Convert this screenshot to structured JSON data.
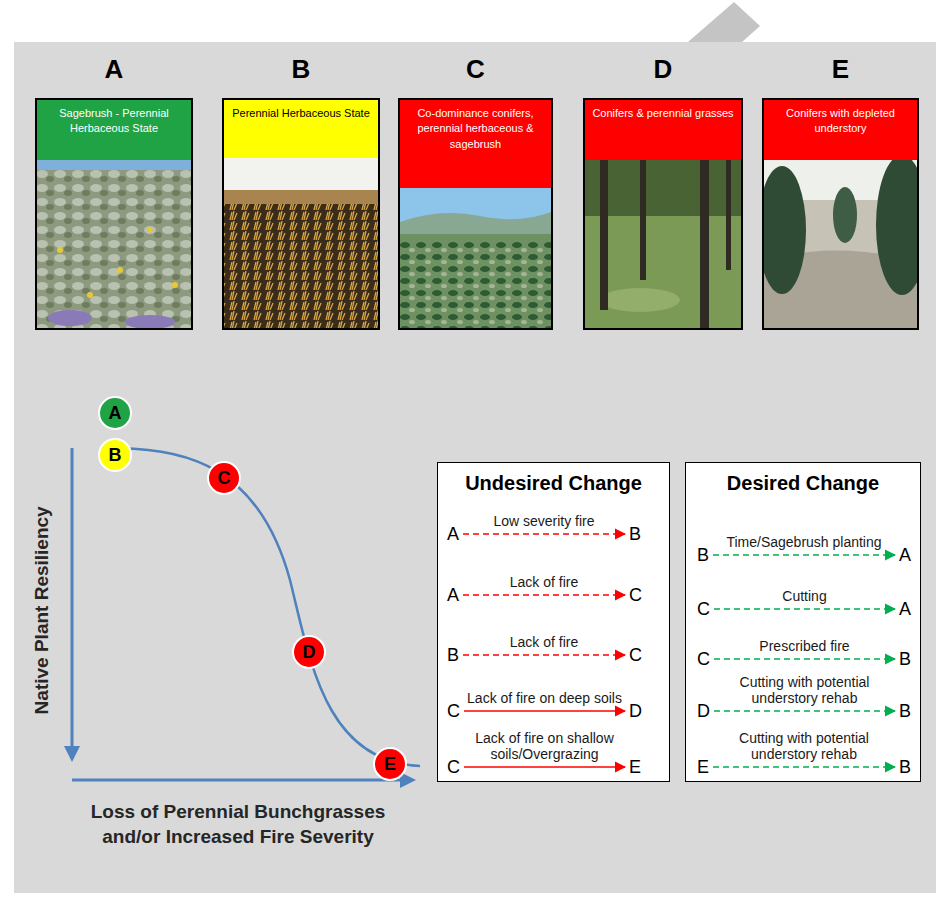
{
  "diagram": {
    "nodes": [
      {
        "text": [
          "A"
        ]
      },
      {
        "text": [
          "B"
        ]
      },
      {
        "text": [
          "C"
        ]
      },
      {
        "text": [
          "D"
        ]
      },
      {
        "text": [
          "E"
        ]
      },
      {
        "text": [
          "Sagebrush - Perennial Herbaceous State"
        ],
        "in": 0
      },
      {
        "text": [
          "Perennial Herbaceous State"
        ],
        "in": 1
      },
      {
        "text": [
          "Co-dominance conifers, perennial herbaceous & sagebrush"
        ],
        "in": 2
      },
      {
        "text": [
          "Conifers & perennial grasses"
        ],
        "in": 3
      },
      {
        "text": [
          "Conifers with depleted understory"
        ],
        "in": 4
      },
      {
        "text": [
          "A"
        ]
      },
      {
        "text": [
          "B"
        ]
      },
      {
        "text": [
          "C"
        ]
      },
      {
        "text": [
          "D"
        ]
      },
      {
        "text": [
          "E"
        ]
      },
      {
        "text": [
          "Undesired Change"
        ]
      },
      {
        "text": [
          "A"
        ],
        "in": 15
      },
      {
        "text": [
          "B"
        ],
        "in": 15
      },
      {
        "text": [
          "A"
        ],
        "in": 15
      },
      {
        "text": [
          "C"
        ],
        "in": 15
      },
      {
        "text": [
          "B"
        ],
        "in": 15
      },
      {
        "text": [
          "C"
        ],
        "in": 15
      },
      {
        "text": [
          "C"
        ],
        "in": 15
      },
      {
        "text": [
          "D"
        ],
        "in": 15
      },
      {
        "text": [
          "C"
        ],
        "in": 15
      },
      {
        "text": [
          "E"
        ],
        "in": 15
      },
      {
        "text": [
          "Desired Change"
        ]
      },
      {
        "text": [
          "B"
        ],
        "in": 26
      },
      {
        "text": [
          "A"
        ],
        "in": 26
      },
      {
        "text": [
          "C"
        ],
        "in": 26
      },
      {
        "text": [
          "A"
        ],
        "in": 26
      },
      {
        "text": [
          "C"
        ],
        "in": 26
      },
      {
        "text": [
          "B"
        ],
        "in": 26
      },
      {
        "text": [
          "D"
        ],
        "in": 26
      },
      {
        "text": [
          "B"
        ],
        "in": 26
      },
      {
        "text": [
          "E"
        ],
        "in": 26
      },
      {
        "text": [
          "B"
        ],
        "in": 26
      }
    ],
    "edges": [
      {
        "from": 16,
        "to": 17,
        "arrow": "to",
        "label": "Low severity fire"
      },
      {
        "from": 18,
        "to": 19,
        "arrow": "to",
        "label": "Lack of fire"
      },
      {
        "from": 20,
        "to": 21,
        "arrow": "to",
        "label": "Lack of fire"
      },
      {
        "from": 22,
        "to": 23,
        "arrow": "to",
        "label": "Lack of fire on deep soils"
      },
      {
        "from": 24,
        "to": 25,
        "arrow": "to",
        "label": "Lack of fire on shallow soils/Overgrazing"
      },
      {
        "from": 27,
        "to": 28,
        "arrow": "to",
        "label": "Time/Sagebrush planting"
      },
      {
        "from": 29,
        "to": 30,
        "arrow": "to",
        "label": "Cutting"
      },
      {
        "from": 31,
        "to": 32,
        "arrow": "to",
        "label": "Prescribed fire"
      },
      {
        "from": 33,
        "to": 34,
        "arrow": "to",
        "label": "Cutting with potential understory rehab"
      },
      {
        "from": 35,
        "to": 36,
        "arrow": "to",
        "label": "Cutting with potential understory rehab"
      }
    ],
    "labels": [
      "Native Plant Resiliency",
      "Loss of Perennial Bunchgrasses and/or Increased Fire Severity"
    ]
  }
}
